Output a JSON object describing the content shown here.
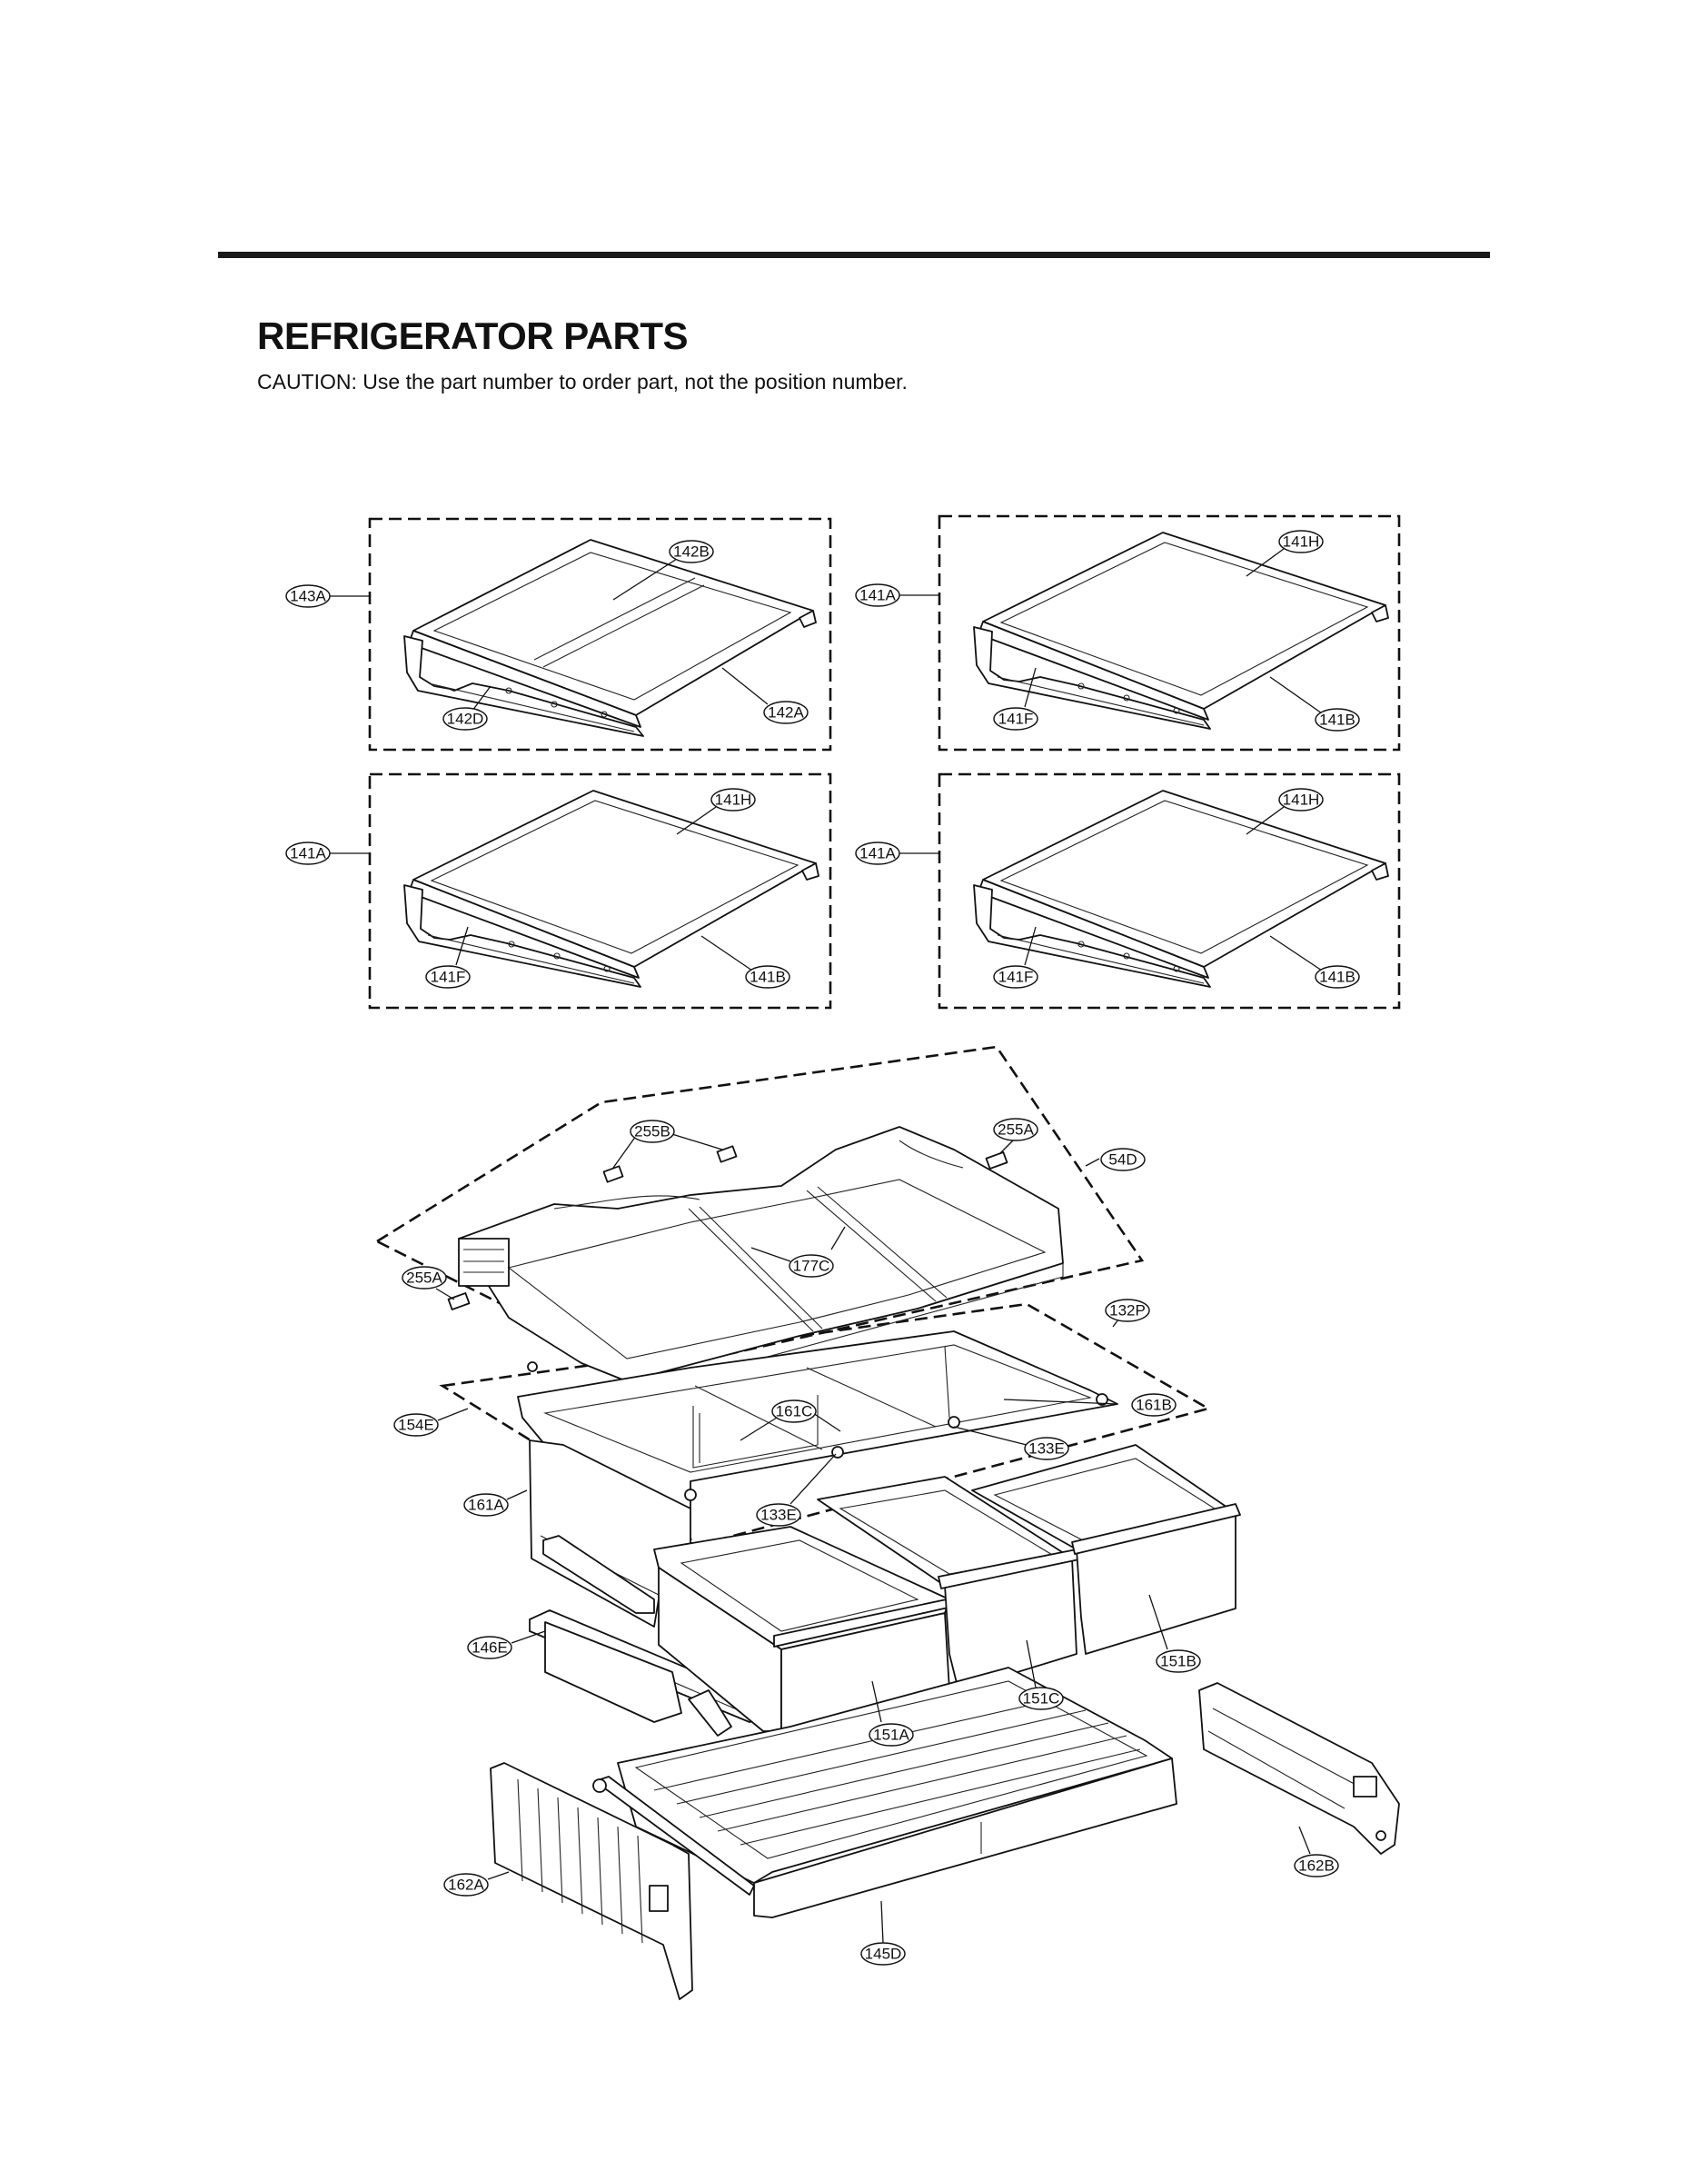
{
  "page": {
    "title": "REFRIGERATOR PARTS",
    "caution": "CAUTION: Use the part number to order part, not the position number."
  },
  "callouts": {
    "c142B": "142B",
    "c143A": "143A",
    "c142D": "142D",
    "c142A": "142A",
    "c141H_tr": "141H",
    "c141A_tr": "141A",
    "c141F_tr": "141F",
    "c141B_tr": "141B",
    "c141H_ml": "141H",
    "c141A_ml": "141A",
    "c141F_ml": "141F",
    "c141B_ml": "141B",
    "c141H_mr": "141H",
    "c141A_mr": "141A",
    "c141F_mr": "141F",
    "c141B_mr": "141B",
    "c255B": "255B",
    "c255A_top": "255A",
    "c54D": "54D",
    "c255A_left": "255A",
    "c177C": "177C",
    "c132P": "132P",
    "c161C": "161C",
    "c161B": "161B",
    "c154E": "154E",
    "c133E_right": "133E",
    "c161A": "161A",
    "c133E_left": "133E",
    "c146E": "146E",
    "c151B": "151B",
    "c151C": "151C",
    "c151A": "151A",
    "c162A": "162A",
    "c162B": "162B",
    "c145D": "145D"
  }
}
